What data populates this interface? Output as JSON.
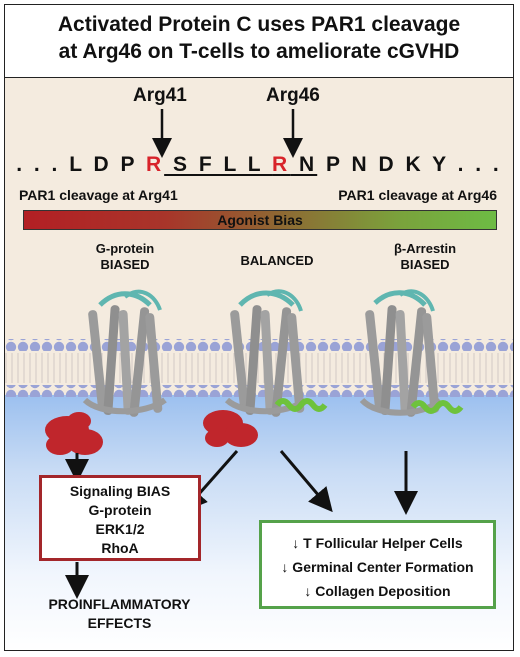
{
  "title": {
    "line1": "Activated Protein C uses PAR1 cleavage",
    "line2": "at Arg46 on T-cells to ameliorate cGVHD"
  },
  "sites": {
    "arg41": "Arg41",
    "arg46": "Arg46"
  },
  "sequence": {
    "lead": ". . . L D P ",
    "r41": "R",
    "mid1": " S F L L ",
    "r46": "R",
    "mid2": " N",
    "tail": " P N D K Y . . ."
  },
  "cleavage": {
    "left": "PAR1 cleavage at Arg41",
    "right": "PAR1 cleavage at Arg46"
  },
  "bias_bar": {
    "label": "Agonist Bias",
    "color_start": "#b31f24",
    "color_end": "#6dbb44"
  },
  "panels": {
    "g_protein": {
      "line1": "G-protein",
      "line2": "BIASED"
    },
    "balanced": {
      "line1": "BALANCED"
    },
    "arrestin": {
      "line1": "β-Arrestin",
      "line2": "BIASED"
    }
  },
  "signaling_box": {
    "items": [
      "Signaling BIAS",
      "G-protein",
      "ERK1/2",
      "RhoA"
    ],
    "border_color": "#a3262a"
  },
  "outcomes_box": {
    "items": [
      "↓ T Follicular Helper Cells",
      "↓ Germinal Center Formation",
      "↓ Collagen Deposition"
    ],
    "border_color": "#55a24a"
  },
  "effects": {
    "line1": "PROINFLAMMATORY",
    "line2": "EFFECTS"
  },
  "colors": {
    "membrane_head": "#9aa3d6",
    "g_protein_domain": "#c0262c",
    "arrestin_domain": "#6ec23c",
    "receptor": "#9b9b9b",
    "extracellular_loop": "#5fb6b0"
  }
}
